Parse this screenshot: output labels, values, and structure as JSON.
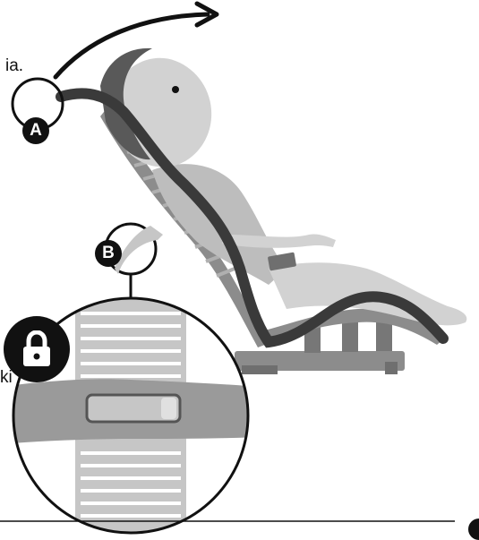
{
  "instruction_text_fragment": "ia.",
  "side_text_fragment": "ki",
  "markers": {
    "a": "A",
    "b": "B"
  },
  "icons": {
    "lock": "lock-icon",
    "direction_arrow": "curved-arrow-icon"
  },
  "colors": {
    "ink": "#111111",
    "frame": "#3a3a3a",
    "seat": "#8c8c8c",
    "child_skin": "#d2d2d2",
    "clothing": "#bdbdbd",
    "hair": "#595959",
    "detail_fill": "#c6c6c6",
    "strap": "#9a9a9a"
  }
}
